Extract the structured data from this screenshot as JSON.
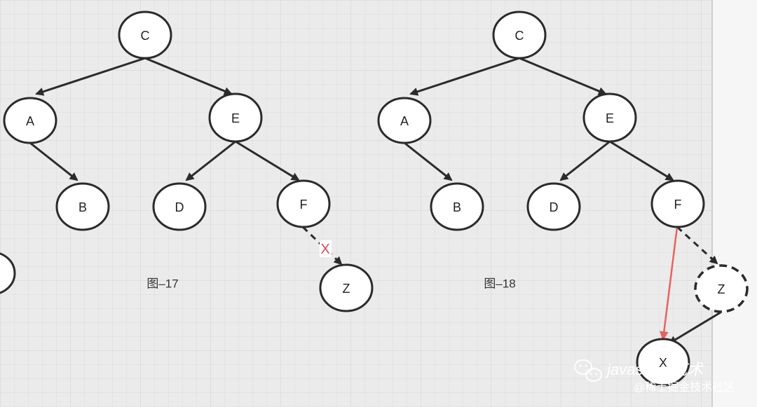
{
  "diagrams": [
    {
      "caption": "图–17",
      "nodes": {
        "c": "C",
        "a": "A",
        "e": "E",
        "b": "B",
        "d": "D",
        "f": "F",
        "z": "Z"
      },
      "cut_mark": "X"
    },
    {
      "caption": "图–18",
      "nodes": {
        "c": "C",
        "a": "A",
        "e": "E",
        "b": "B",
        "d": "D",
        "f": "F",
        "z": "Z",
        "x": "X"
      }
    }
  ],
  "watermark": {
    "title": "javascript艺术",
    "subtitle": "@稀土掘金技术社区"
  },
  "colors": {
    "background": "#ebebeb",
    "grid": "#dcdcdc",
    "panel": "#f6f6f6",
    "stroke": "#2b2b2b",
    "highlight_arrow": "#e8615f",
    "cut_mark": "#e5484d"
  },
  "icons": [
    "wechat-icon"
  ]
}
